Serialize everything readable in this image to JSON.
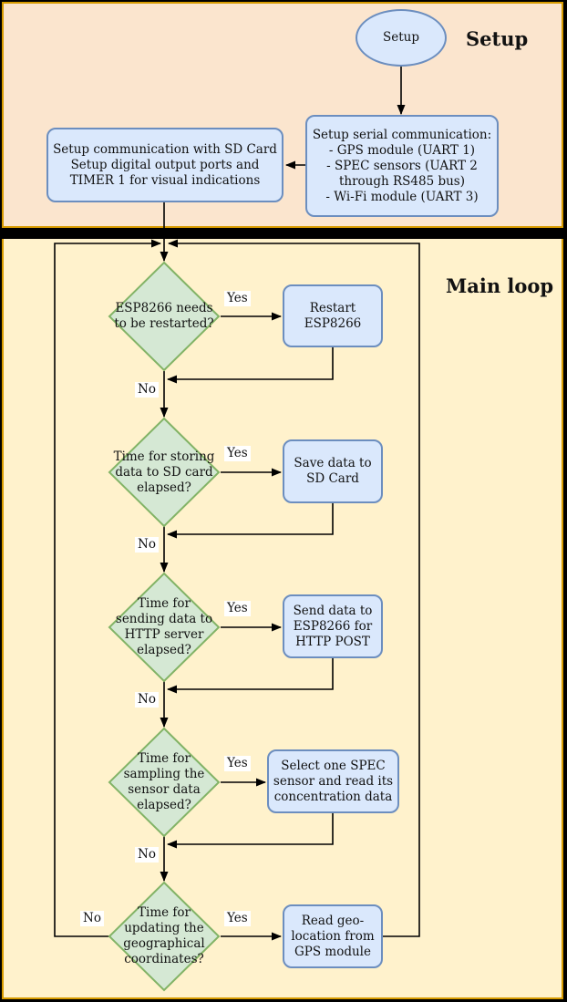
{
  "diagram": {
    "sections": {
      "setup": {
        "heading": "Setup"
      },
      "main": {
        "heading": "Main loop"
      }
    },
    "nodes": {
      "start": {
        "label": "Setup"
      },
      "serial_setup": {
        "label": "Setup serial communication:\n- GPS module (UART 1)\n- SPEC sensors (UART 2\nthrough RS485 bus)\n- Wi-Fi module (UART 3)"
      },
      "sd_timer_setup": {
        "label": "Setup communication with SD Card\nSetup digital output ports and\nTIMER 1 for visual indications"
      },
      "decision_restart": {
        "label": "ESP8266 needs\nto be restarted?"
      },
      "process_restart": {
        "label": "Restart\nESP8266"
      },
      "decision_store": {
        "label": "Time for storing\ndata to SD card\nelapsed?"
      },
      "process_save": {
        "label": "Save data to\nSD Card"
      },
      "decision_send": {
        "label": "Time for\nsending data to\nHTTP server\nelapsed?"
      },
      "process_send": {
        "label": "Send data to\nESP8266 for\nHTTP POST"
      },
      "decision_sample": {
        "label": "Time for\nsampling the\nsensor data\nelapsed?"
      },
      "process_select": {
        "label": "Select one SPEC\nsensor and read its\nconcentration data"
      },
      "decision_geo": {
        "label": "Time for\nupdating the\ngeographical\ncoordinates?"
      },
      "process_read_geo": {
        "label": "Read geo-\nlocation from\nGPS module"
      }
    },
    "edge_labels": {
      "yes": "Yes",
      "no": "No"
    },
    "colors": {
      "setup_section_fill": "#FBE5CE",
      "main_section_fill": "#FFF2CC",
      "section_border": "#D79B00",
      "divider": "#000000",
      "process_fill": "#DAE8FC",
      "process_stroke": "#6C8EBF",
      "decision_fill": "#D5E8D4",
      "decision_stroke": "#82B366",
      "connector": "#000000",
      "edge_label_background": "#FFFFFF"
    }
  }
}
